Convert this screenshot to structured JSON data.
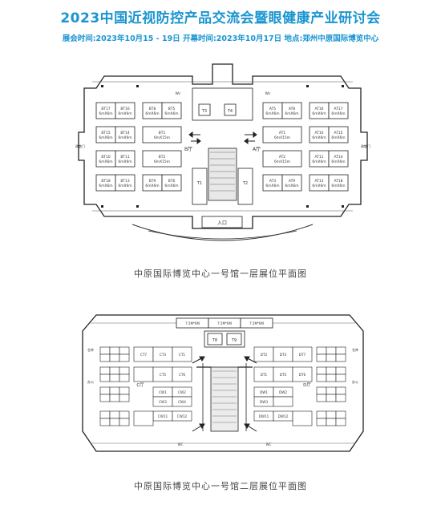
{
  "header": {
    "title": "2023中国近视防控产品交流会暨眼健康产业研讨会",
    "subtitle": "展会时间:2023年10月15 - 19日  开幕时间:2023年10月17日  地点:郑州中原国际博览中心"
  },
  "floor1": {
    "caption": "中原国际博览中心一号馆一层展位平面图",
    "hall_left": "B厅",
    "hall_right": "A厅",
    "entrance": "入口",
    "wc": "Wc",
    "exit_left": "疏散门",
    "exit_right": "疏散门",
    "lifts": [
      "T1",
      "T2",
      "T3",
      "T4"
    ],
    "left_booths": [
      {
        "id": "BT17",
        "size": "6mX6m"
      },
      {
        "id": "BT16",
        "size": "6mX6m"
      },
      {
        "id": "BT8",
        "size": "6mX6m"
      },
      {
        "id": "BT5",
        "size": "6mX6m"
      },
      {
        "id": "BT15",
        "size": "6mX6m"
      },
      {
        "id": "BT14",
        "size": "6mX6m"
      },
      {
        "id": "BT1",
        "size": "6mX15m"
      },
      {
        "id": "BT10",
        "size": "6mX6m"
      },
      {
        "id": "BT11",
        "size": "6mX6m"
      },
      {
        "id": "BT2",
        "size": "6mX15m"
      },
      {
        "id": "BT18",
        "size": "6mX6m"
      },
      {
        "id": "BT13",
        "size": "6mX6m"
      },
      {
        "id": "BT9",
        "size": "6mX6m"
      },
      {
        "id": "BT6",
        "size": "6mX6m"
      }
    ],
    "right_booths": [
      {
        "id": "AT5",
        "size": "6mX6m"
      },
      {
        "id": "AT8",
        "size": "6mX6m"
      },
      {
        "id": "AT16",
        "size": "6mX6m"
      },
      {
        "id": "AT17",
        "size": "6mX6m"
      },
      {
        "id": "AT1",
        "size": "6mX15m"
      },
      {
        "id": "AT10",
        "size": "6mX6m"
      },
      {
        "id": "AT15",
        "size": "6mX6m"
      },
      {
        "id": "AT2",
        "size": "6mX15m"
      },
      {
        "id": "AT11",
        "size": "6mX6m"
      },
      {
        "id": "AT14",
        "size": "6mX6m"
      },
      {
        "id": "AT3",
        "size": "6mX6m"
      },
      {
        "id": "AT9",
        "size": "6mX6m"
      },
      {
        "id": "AT13",
        "size": "6mX6m"
      },
      {
        "id": "AT18",
        "size": "6mX6m"
      }
    ]
  },
  "floor2": {
    "caption": "中原国际博览中心一号馆二层展位平面图",
    "hall_left": "C厅",
    "hall_right": "D厅",
    "top_booths": [
      "7.5M*6M",
      "7.5M*6M",
      "7.5M*6M"
    ],
    "lifts": [
      "T8",
      "T9"
    ],
    "left_booths": [
      "CT7",
      "CT3",
      "CT1",
      "CT5",
      "CT6",
      "CW1",
      "CW2",
      "CW3",
      "CW4",
      "CW11",
      "CW12"
    ],
    "right_booths": [
      "DT2",
      "DT3",
      "DT7",
      "DT1",
      "DT5",
      "DT6",
      "DW1",
      "DW2",
      "DW3",
      "DW11",
      "DW12"
    ],
    "wc": "WC",
    "warehouse": "仓库",
    "office": "办公"
  }
}
